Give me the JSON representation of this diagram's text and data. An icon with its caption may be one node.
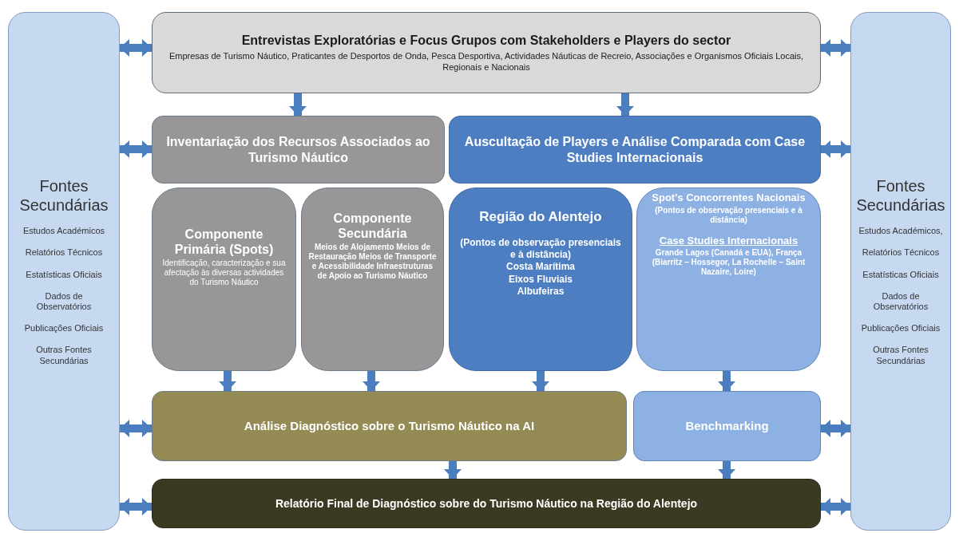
{
  "diagram": {
    "nodes": [
      {
        "text": [
          "Fontes Secundárias",
          "Estudos Académicos",
          "Relatórios Técnicos",
          "Estatísticas Oficiais",
          "Dados de Observatórios",
          "Publicações Oficiais",
          "Outras Fontes Secundárias"
        ]
      },
      {
        "text": [
          "Entrevistas Exploratórias e Focus Grupos com Stakeholders e Players do sector",
          "Empresas de Turismo Náutico, Praticantes de Desportos de Onda, Pesca Desportiva, Actividades Náuticas de Recreio, Associações e Organismos Oficiais Locais, Regionais e Nacionais"
        ]
      },
      {
        "text": [
          "Fontes Secundárias",
          "Estudos Académicos,",
          "Relatórios Técnicos",
          "Estatísticas Oficiais",
          "Dados de Observatórios",
          "Publicações Oficiais",
          "Outras Fontes Secundárias"
        ]
      },
      {
        "text": [
          "Inventariação dos Recursos Associados ao Turismo Náutico"
        ]
      },
      {
        "text": [
          "Auscultação de Players e Análise Comparada com Case Studies Internacionais"
        ]
      },
      {
        "text": [
          "Componente Primária (Spots)",
          "Identificação, caracterização e sua afectação às diversas actividades do Turismo Náutico"
        ]
      },
      {
        "text": [
          "Componente Secundária",
          "Meios de Alojamento Meios de Restauração Meios de Transporte e Acessibilidade Infraestruturas de Apoio ao Turismo Náutico"
        ]
      },
      {
        "text": [
          "Região do Alentejo",
          "(Pontos de observação presenciais e à distância)",
          "Costa Marítima",
          "Eixos Fluviais",
          "Albufeiras"
        ]
      },
      {
        "text": [
          "Spot's Concorrentes Nacionais",
          "(Pontos de observação presenciais e à distância)",
          "Case Studies Internacionais",
          "Grande Lagos (Canadá e EUA), França (Biarritz – Hossegor, La Rochelle – Saint Nazaire, Loire)"
        ]
      },
      {
        "text": [
          "Análise Diagnóstico sobre o Turismo Náutico na AI"
        ]
      },
      {
        "text": [
          "Benchmarking"
        ]
      },
      {
        "text": [
          "Relatório Final de Diagnóstico sobre  do Turismo Náutico na Região do Alentejo"
        ]
      }
    ],
    "edges": [
      {
        "from": 0,
        "to": 1,
        "arrow": "both"
      },
      {
        "from": 1,
        "to": 2,
        "arrow": "both"
      },
      {
        "from": 1,
        "to": 3,
        "arrow": "to"
      },
      {
        "from": 1,
        "to": 4,
        "arrow": "to"
      },
      {
        "from": 0,
        "to": 3,
        "arrow": "both"
      },
      {
        "from": 4,
        "to": 2,
        "arrow": "both"
      },
      {
        "from": 5,
        "to": 9,
        "arrow": "to"
      },
      {
        "from": 6,
        "to": 9,
        "arrow": "to"
      },
      {
        "from": 7,
        "to": 9,
        "arrow": "to"
      },
      {
        "from": 8,
        "to": 10,
        "arrow": "to"
      },
      {
        "from": 0,
        "to": 9,
        "arrow": "both"
      },
      {
        "from": 10,
        "to": 2,
        "arrow": "both"
      },
      {
        "from": 9,
        "to": 11,
        "arrow": "to"
      },
      {
        "from": 10,
        "to": 11,
        "arrow": "to"
      },
      {
        "from": 0,
        "to": 11,
        "arrow": "both"
      },
      {
        "from": 11,
        "to": 2,
        "arrow": "both"
      }
    ]
  }
}
